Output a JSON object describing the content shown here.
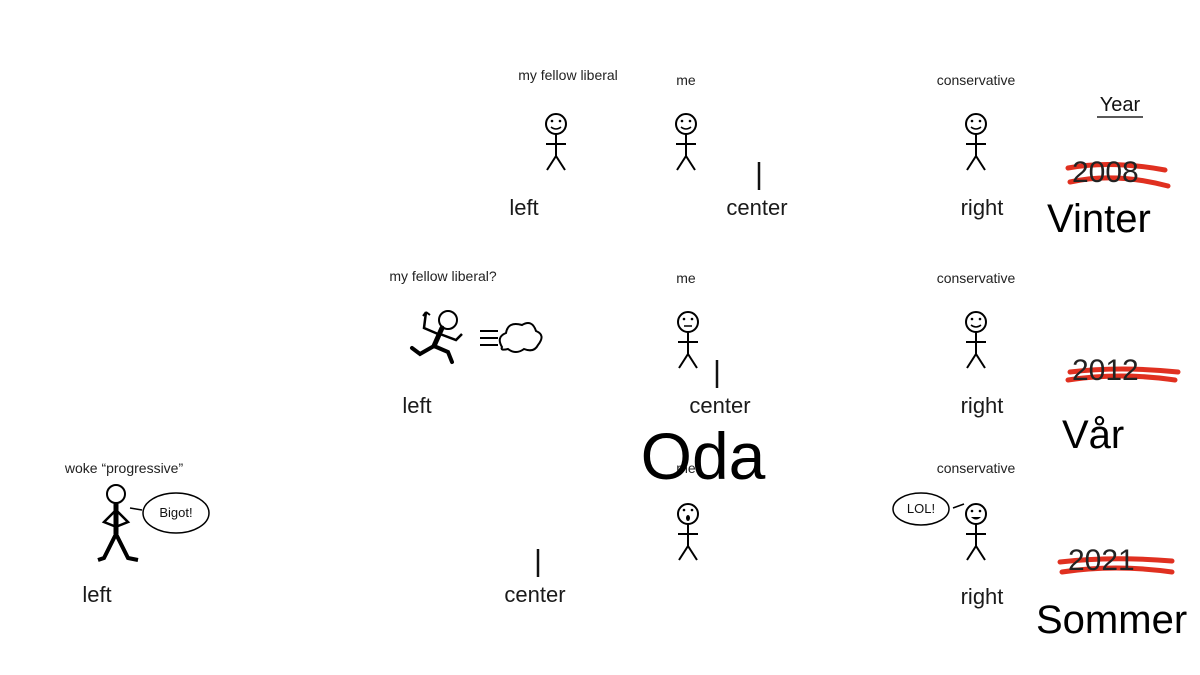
{
  "year_header": "Year",
  "rows": [
    {
      "figures": [
        {
          "label": "my fellow liberal"
        },
        {
          "label": "me"
        },
        {
          "label": "conservative"
        }
      ],
      "axis": {
        "left": "left",
        "center": "center",
        "right": "right"
      },
      "year": "2008",
      "season": "Vinter"
    },
    {
      "figures": [
        {
          "label": "my fellow liberal?"
        },
        {
          "label": "me"
        },
        {
          "label": "conservative"
        }
      ],
      "axis": {
        "left": "left",
        "center": "center",
        "right": "right"
      },
      "year": "2012",
      "season": "Vår"
    },
    {
      "figures": [
        {
          "label": "woke “progressive”",
          "speech": "Bigot!"
        },
        {
          "label": "me"
        },
        {
          "label": "conservative",
          "speech": "LOL!"
        }
      ],
      "axis": {
        "left": "left",
        "center": "center",
        "right": "right"
      },
      "year": "2021",
      "season": "Sommer"
    }
  ],
  "overlay_text": "Oda",
  "colors": {
    "left": "#4a6fa5",
    "mid": "#3a2a4a",
    "right": "#c9443a",
    "strike": "#e03020"
  }
}
